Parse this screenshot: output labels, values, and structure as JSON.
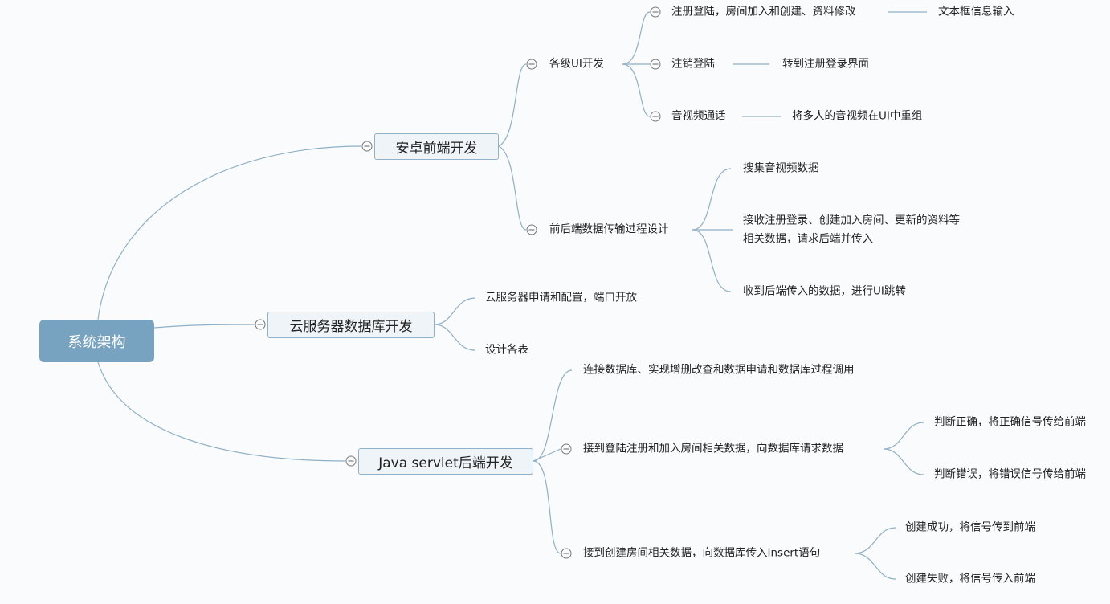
{
  "root": {
    "label": "系统架构"
  },
  "branches": [
    {
      "label": "安卓前端开发",
      "children": [
        {
          "label": "各级UI开发",
          "children": [
            {
              "label": "注册登陆，房间加入和创建、资料修改",
              "leaf": "文本框信息输入"
            },
            {
              "label": "注销登陆",
              "leaf": "转到注册登录界面"
            },
            {
              "label": "音视频通话",
              "leaf": "将多人的音视频在UI中重组"
            }
          ]
        },
        {
          "label": "前后端数据传输过程设计",
          "children": [
            {
              "label": "搜集音视频数据"
            },
            {
              "label": "接收注册登录、创建加入房间、更新的资料等",
              "label2": "相关数据，请求后端并传入"
            },
            {
              "label": "收到后端传入的数据，进行UI跳转"
            }
          ]
        }
      ]
    },
    {
      "label": "云服务器数据库开发",
      "children": [
        {
          "label": "云服务器申请和配置，端口开放"
        },
        {
          "label": "设计各表"
        }
      ]
    },
    {
      "label": "Java servlet后端开发",
      "children": [
        {
          "label": "连接数据库、实现增删改查和数据申请和数据库过程调用"
        },
        {
          "label": "接到登陆注册和加入房间相关数据，向数据库请求数据",
          "children": [
            {
              "label": "判断正确，将正确信号传给前端"
            },
            {
              "label": "判断错误，将错误信号传给前端"
            }
          ]
        },
        {
          "label": "接到创建房间相关数据，向数据库传入Insert语句",
          "children": [
            {
              "label": "创建成功，将信号传到前端"
            },
            {
              "label": "创建失败，将信号传入前端"
            }
          ]
        }
      ]
    }
  ],
  "colors": {
    "root": "#77a3c1",
    "line": "#8fb0c6",
    "box": "#eef4f8"
  }
}
